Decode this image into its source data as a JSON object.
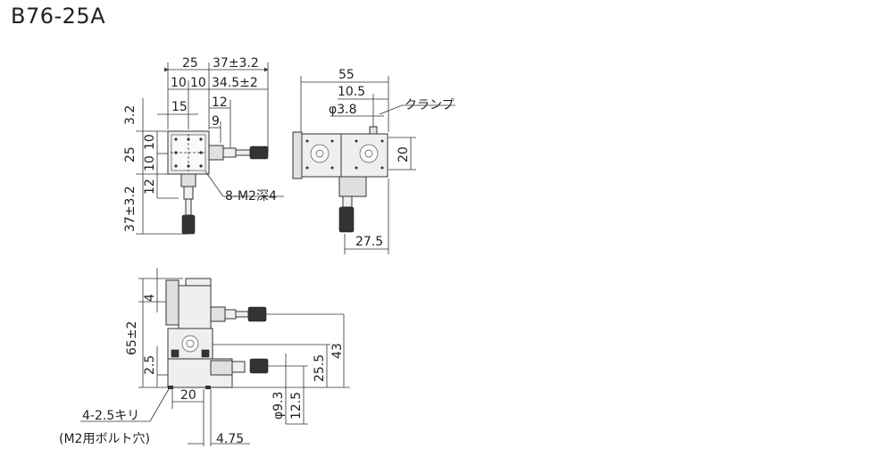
{
  "title": "B76-25A",
  "labels": {
    "top_25": "25",
    "top_37": "37±3.2",
    "top_10a": "10",
    "top_10b": "10",
    "top_34_5": "34.5±2",
    "top_15": "15",
    "top_12": "12",
    "top_9": "9",
    "left_3_2": "3.2",
    "left_25": "25",
    "left_10a": "10",
    "left_10b": "10",
    "left_12": "12",
    "left_37": "37±3.2",
    "holes_note": "8-M2深4",
    "side_55": "55",
    "side_10_5": "10.5",
    "side_phi38": "φ3.8",
    "clamp": "クランプ",
    "side_20": "20",
    "side_27_5": "27.5",
    "front_4": "4",
    "front_65": "65±2",
    "front_2_5": "2.5",
    "front_43": "43",
    "front_25_5": "25.5",
    "front_20": "20",
    "front_phi93": "φ9.3",
    "front_12_5": "12.5",
    "front_4_75": "4.75",
    "mount_note_1": "4-2.5キリ",
    "mount_note_2": "(M2用ボルト穴)"
  }
}
